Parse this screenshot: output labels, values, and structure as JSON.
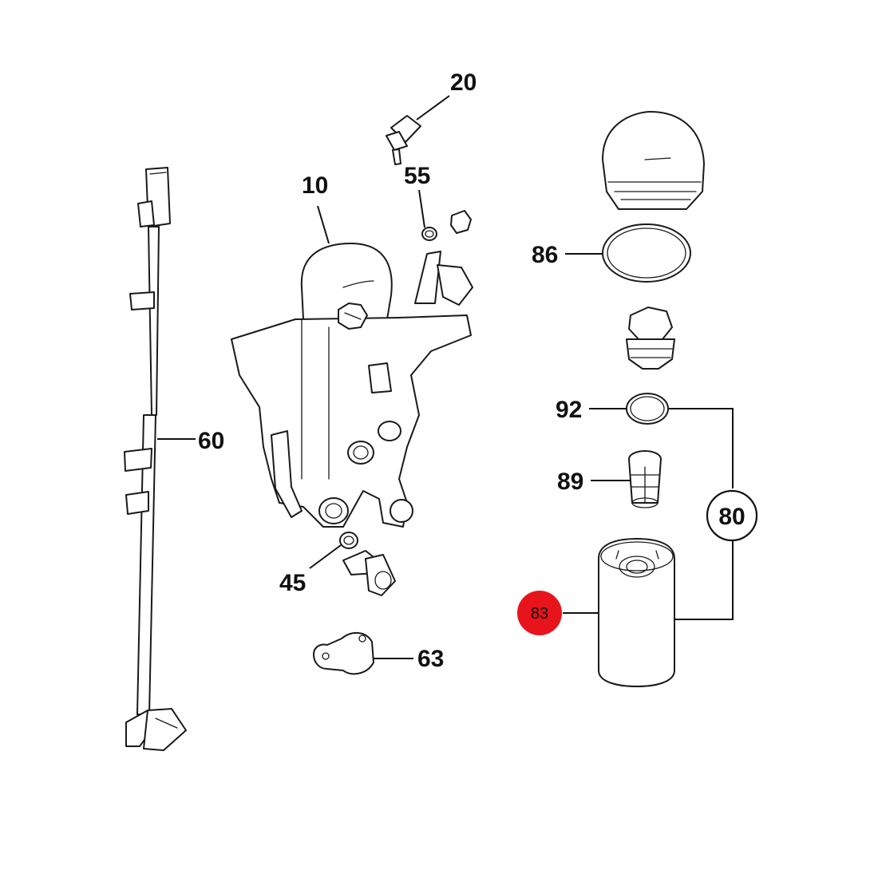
{
  "callouts": {
    "c10": "10",
    "c20": "20",
    "c55": "55",
    "c60": "60",
    "c86": "86",
    "c92": "92",
    "c89": "89",
    "c80": "80",
    "c83": "83",
    "c45": "45",
    "c63": "63"
  },
  "colors": {
    "highlight": "#e8141c",
    "line": "#111111",
    "background": "#ffffff"
  }
}
